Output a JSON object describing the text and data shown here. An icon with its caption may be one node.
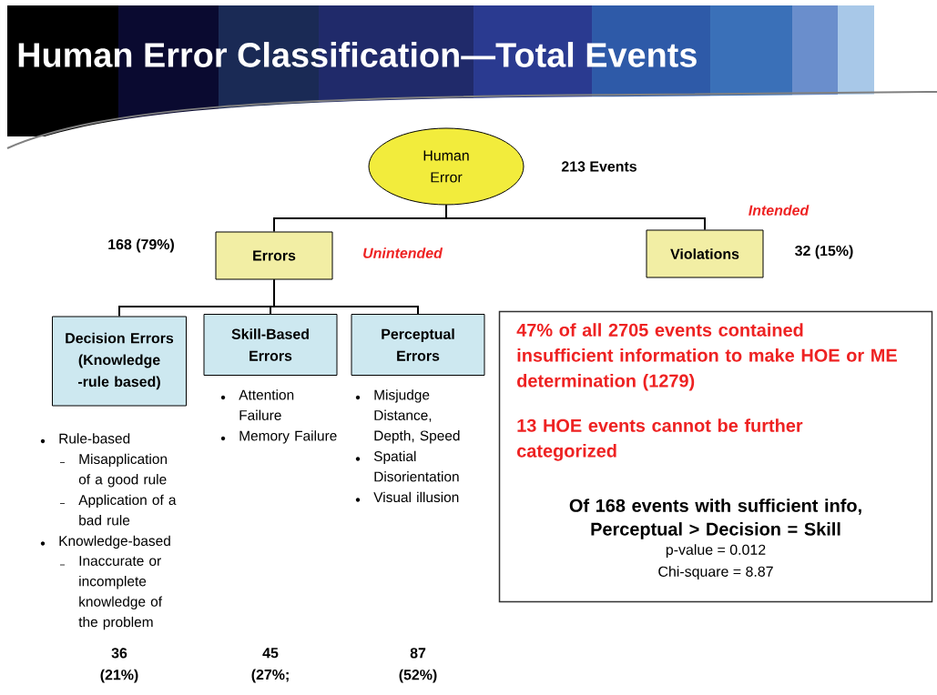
{
  "diagram": {
    "title": "Human Error Classification—Total Events",
    "nodes": [
      {
        "text": [
          "Human Error"
        ],
        "beside": [
          "213 Events"
        ]
      },
      {
        "text": [
          "Errors"
        ],
        "beside": [
          "168 (79%)",
          "Unintended"
        ]
      },
      {
        "text": [
          "Violations"
        ],
        "beside": [
          "Intended",
          "32 (15%)"
        ]
      },
      {
        "text": [
          "Decision Errors (Knowledge -rule based)"
        ],
        "beside": [
          "Rule-based",
          "Misapplication of a good rule",
          "Application of a bad rule",
          "Knowledge-based",
          "Inaccurate or incomplete knowledge of the problem"
        ]
      },
      {
        "text": [
          "Skill-Based Errors"
        ],
        "beside": [
          "Attention Failure",
          "Memory Failure"
        ]
      },
      {
        "text": [
          "Perceptual Errors"
        ],
        "beside": [
          "Misjudge Distance, Depth, Speed",
          "Spatial Disorientation",
          "Visual illusion"
        ]
      },
      {
        "text": [
          "47% of all 2705 events contained insufficient information to make HOE or ME determination (1279)",
          "13 HOE events cannot be further categorized",
          "Of 168 events with sufficient info, Perceptual > Decision = Skill",
          "p-value = 0.012",
          "Chi-square = 8.87"
        ]
      }
    ],
    "edges": [
      {
        "from": 0,
        "to": 1,
        "arrow": "none"
      },
      {
        "from": 0,
        "to": 2,
        "arrow": "none"
      },
      {
        "from": 1,
        "to": 3,
        "arrow": "none"
      },
      {
        "from": 1,
        "to": 4,
        "arrow": "none"
      },
      {
        "from": 1,
        "to": 5,
        "arrow": "none"
      }
    ],
    "labels": [
      "36 (21%)",
      "45 (27%;",
      "87 (52%)"
    ]
  }
}
